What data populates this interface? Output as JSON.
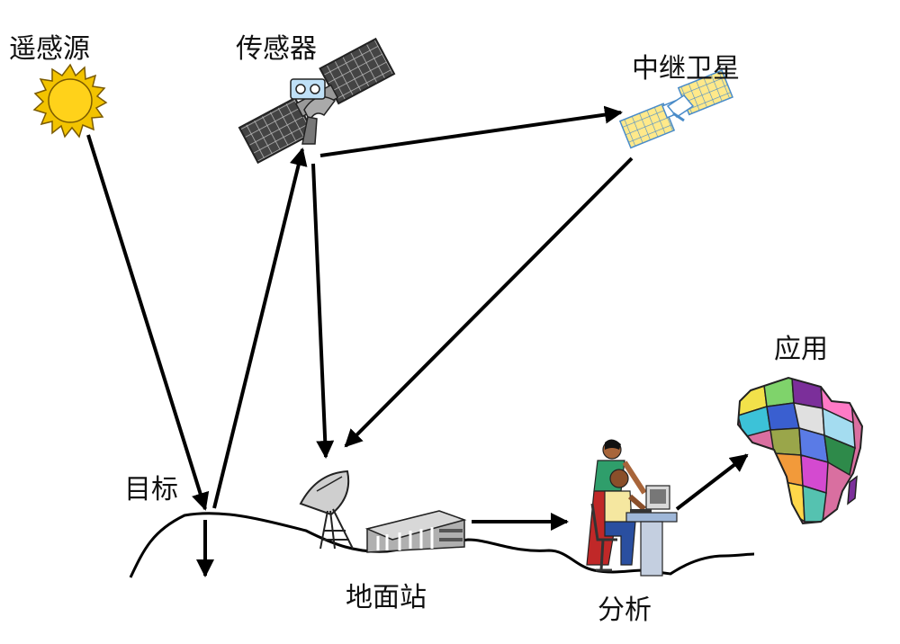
{
  "labels": {
    "source": "遥感源",
    "sensor": "传感器",
    "relay": "中继卫星",
    "target": "目标",
    "ground_station": "地面站",
    "analysis": "分析",
    "application": "应用"
  },
  "nodes": [
    {
      "id": "source",
      "icon": "sun-icon"
    },
    {
      "id": "sensor",
      "icon": "satellite-icon"
    },
    {
      "id": "relay",
      "icon": "relay-satellite-icon"
    },
    {
      "id": "target",
      "icon": "terrain-line"
    },
    {
      "id": "ground_station",
      "icon": "dish-antenna-icon"
    },
    {
      "id": "analysis",
      "icon": "people-computer-icon"
    },
    {
      "id": "application",
      "icon": "africa-map-icon"
    }
  ],
  "edges": [
    {
      "from": "source",
      "to": "target"
    },
    {
      "from": "target",
      "to": "sensor"
    },
    {
      "from": "sensor",
      "to": "relay"
    },
    {
      "from": "sensor",
      "to": "ground_station"
    },
    {
      "from": "relay",
      "to": "ground_station"
    },
    {
      "from": "ground_station",
      "to": "analysis"
    },
    {
      "from": "analysis",
      "to": "application"
    }
  ],
  "colors": {
    "sun": "#f2c300",
    "panel": "#555555",
    "relay_panel": "#ffe98a",
    "arrow": "#000000"
  }
}
